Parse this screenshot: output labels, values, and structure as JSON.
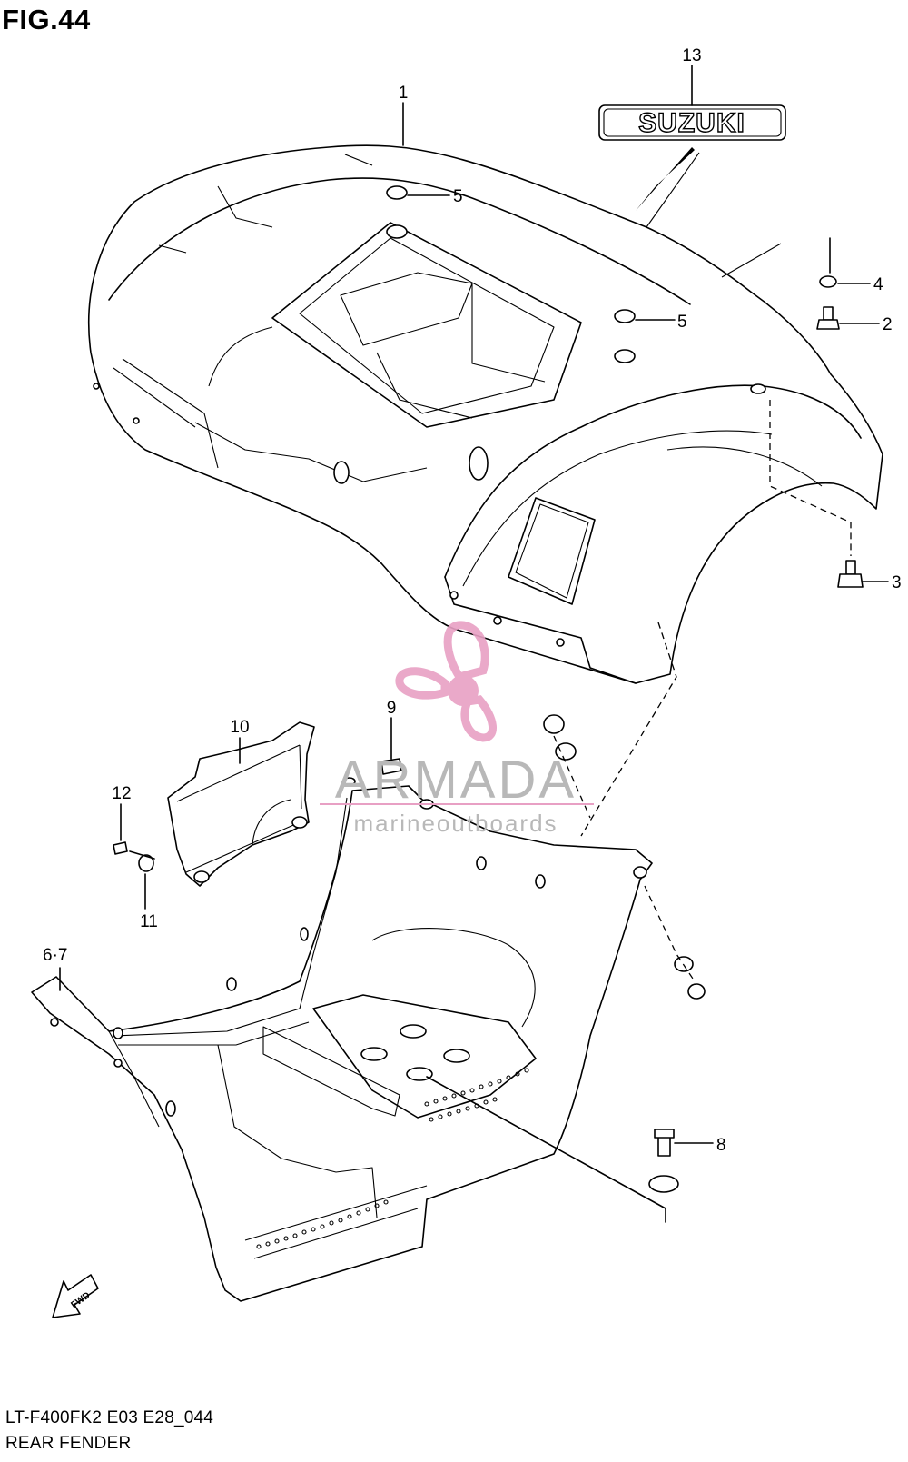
{
  "figure": {
    "title": "FIG.44",
    "code": "LT-F400FK2 E03 E28_044",
    "name": "REAR FENDER"
  },
  "emblem": {
    "text": "SUZUKI"
  },
  "direction_marker": {
    "text": "FWD"
  },
  "watermark": {
    "brand": "ARMADA",
    "tagline": "marineoutboards",
    "colors": {
      "accent": "#e8a0c4",
      "text": "#b8b8b8"
    }
  },
  "callouts": [
    {
      "id": "1",
      "label": "1"
    },
    {
      "id": "2",
      "label": "2"
    },
    {
      "id": "3",
      "label": "3"
    },
    {
      "id": "4",
      "label": "4"
    },
    {
      "id": "5a",
      "label": "5"
    },
    {
      "id": "5b",
      "label": "5"
    },
    {
      "id": "6-7",
      "label": "6·7"
    },
    {
      "id": "8",
      "label": "8"
    },
    {
      "id": "9",
      "label": "9"
    },
    {
      "id": "10",
      "label": "10"
    },
    {
      "id": "11",
      "label": "11"
    },
    {
      "id": "12",
      "label": "12"
    },
    {
      "id": "13",
      "label": "13"
    }
  ]
}
